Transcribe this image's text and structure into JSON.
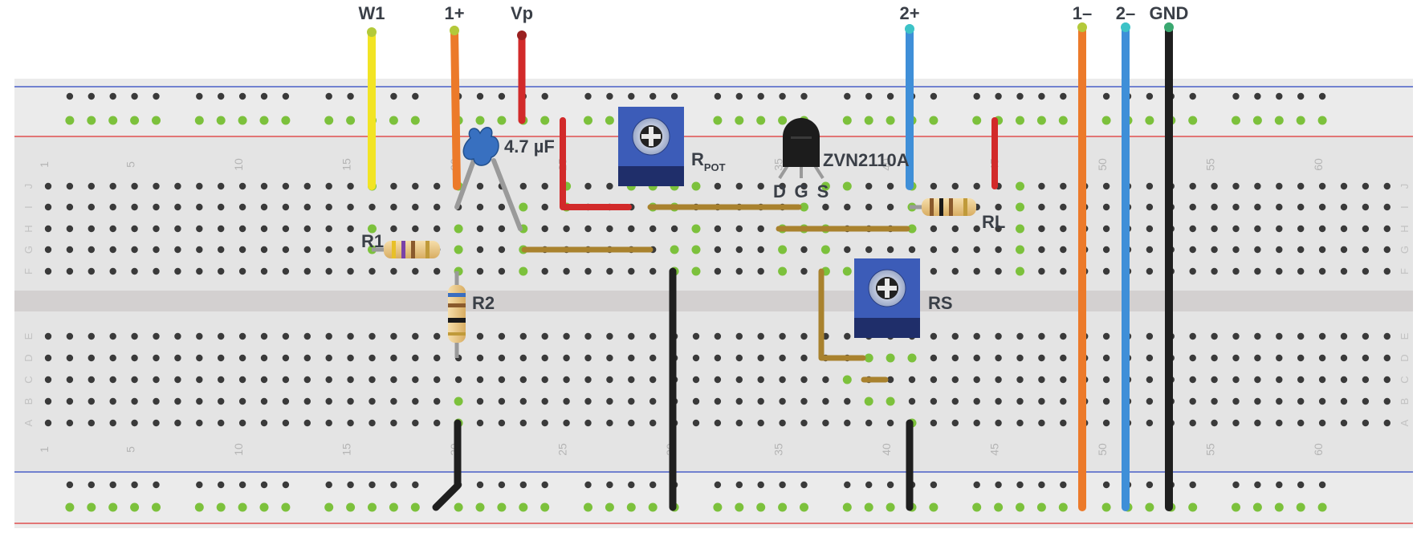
{
  "breadboard": {
    "column_numbers": [
      "1",
      "5",
      "10",
      "15",
      "20",
      "25",
      "30",
      "35",
      "40",
      "45",
      "50",
      "55",
      "60"
    ],
    "row_letters_top": [
      "J",
      "I",
      "H",
      "G",
      "F"
    ],
    "row_letters_bottom": [
      "E",
      "D",
      "C",
      "B",
      "A"
    ]
  },
  "wires": {
    "w1": "W1",
    "plus1": "1+",
    "vp": "Vp",
    "plus2": "2+",
    "minus1": "1–",
    "minus2": "2–",
    "gnd": "GND"
  },
  "components": {
    "capacitor": "4.7 µF",
    "rpot_main": "R",
    "rpot_sub": "POT",
    "transistor": "ZVN2110A",
    "pin_d": "D",
    "pin_g": "G",
    "pin_s": "S",
    "r1": "R1",
    "r2": "R2",
    "rl": "RL",
    "rs": "RS"
  },
  "colors": {
    "yellow_wire": "#f2e424",
    "orange_wire": "#ec7a2a",
    "red_wire": "#d22a2a",
    "blue_wire": "#3f8fd8",
    "black_wire": "#1f1f1f",
    "brown_wire": "#a9822e",
    "pot_blue": "#3c5cb8"
  }
}
